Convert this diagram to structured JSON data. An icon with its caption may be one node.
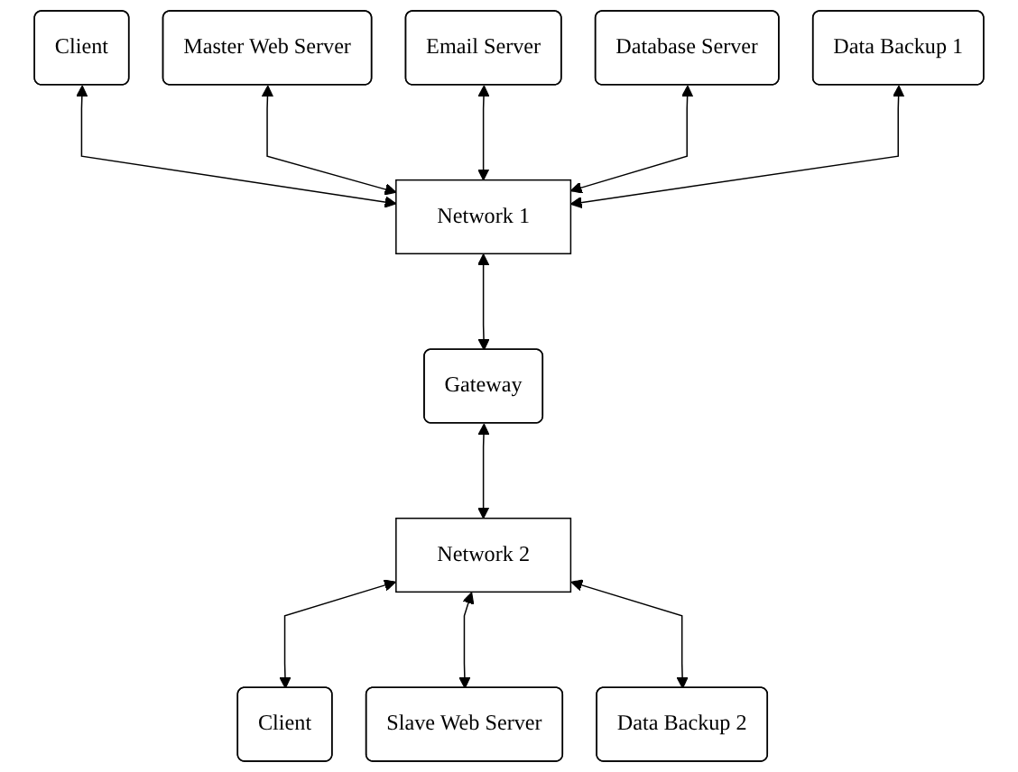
{
  "diagram": {
    "nodes": [
      {
        "text": [
          "Client"
        ]
      },
      {
        "text": [
          "Master Web Server"
        ]
      },
      {
        "text": [
          "Email Server"
        ]
      },
      {
        "text": [
          "Database Server"
        ]
      },
      {
        "text": [
          "Data Backup 1"
        ]
      },
      {
        "text": [
          "Network 1"
        ]
      },
      {
        "text": [
          "Gateway"
        ]
      },
      {
        "text": [
          "Network 2"
        ]
      },
      {
        "text": [
          "Client"
        ]
      },
      {
        "text": [
          "Slave Web Server"
        ]
      },
      {
        "text": [
          "Data Backup 2"
        ]
      }
    ],
    "edges": [
      {
        "from": 0,
        "to": 5,
        "arrow": "both"
      },
      {
        "from": 1,
        "to": 5,
        "arrow": "both"
      },
      {
        "from": 2,
        "to": 5,
        "arrow": "both"
      },
      {
        "from": 3,
        "to": 5,
        "arrow": "both"
      },
      {
        "from": 4,
        "to": 5,
        "arrow": "both"
      },
      {
        "from": 5,
        "to": 6,
        "arrow": "both"
      },
      {
        "from": 6,
        "to": 7,
        "arrow": "both"
      },
      {
        "from": 7,
        "to": 8,
        "arrow": "both"
      },
      {
        "from": 7,
        "to": 9,
        "arrow": "both"
      },
      {
        "from": 7,
        "to": 10,
        "arrow": "both"
      }
    ]
  }
}
